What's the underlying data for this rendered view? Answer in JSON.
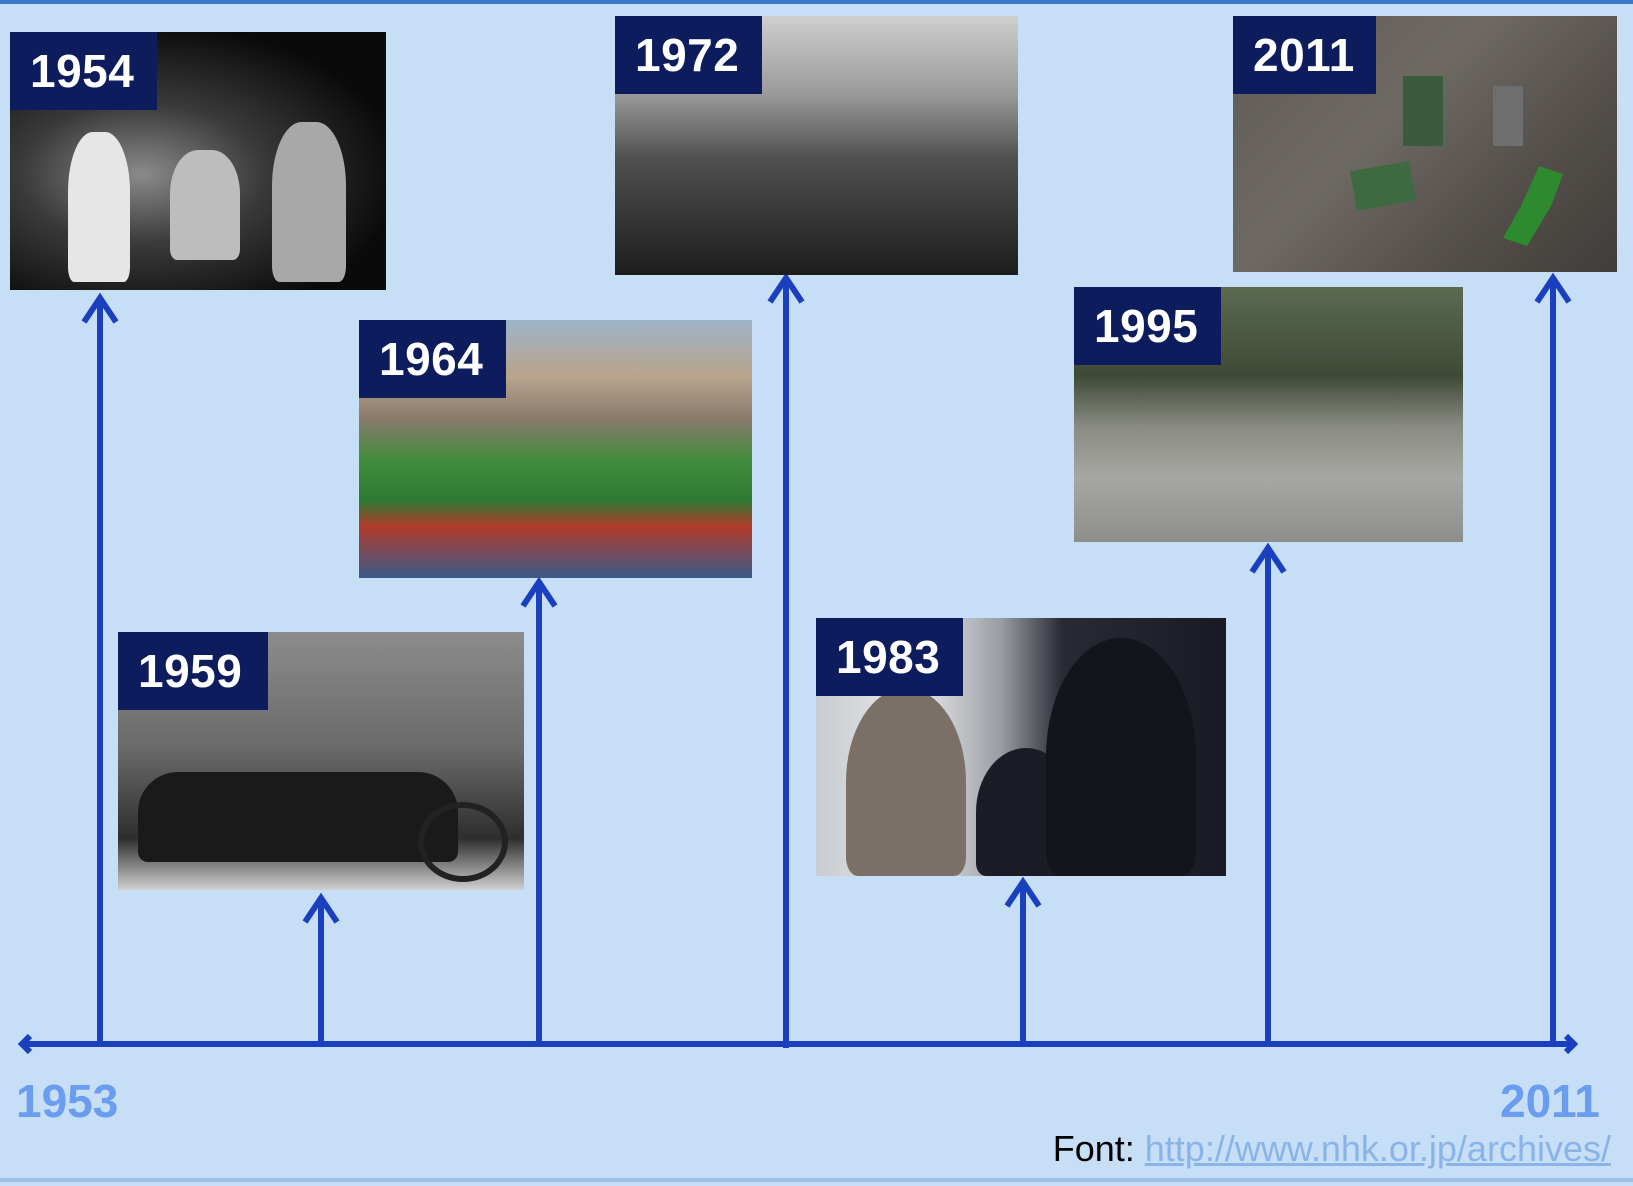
{
  "timeline": {
    "start_label": "1953",
    "end_label": "2011",
    "line_color": "#1a3fbf",
    "events": [
      {
        "year": "1954",
        "image": "pro-wrestling-match-photo"
      },
      {
        "year": "1959",
        "image": "royal-carriage-procession-photo"
      },
      {
        "year": "1964",
        "image": "olympic-stadium-parade-photo"
      },
      {
        "year": "1972",
        "image": "mountain-lodge-siege-photo"
      },
      {
        "year": "1983",
        "image": "tv-drama-family-in-snow-photo"
      },
      {
        "year": "1995",
        "image": "collapsed-expressway-earthquake-photo"
      },
      {
        "year": "2011",
        "image": "tsunami-news-broadcast-photo"
      }
    ]
  },
  "source": {
    "prefix": "Font:",
    "link_text": "http://www.nhk.or.jp/archives/"
  }
}
